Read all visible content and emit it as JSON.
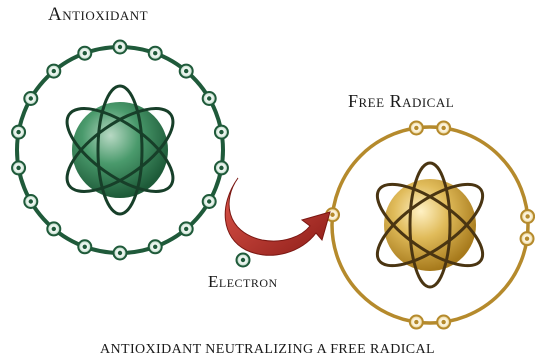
{
  "diagram": {
    "antioxidant_label": "Antioxidant",
    "free_radical_label": "Free Radical",
    "electron_label": "Electron",
    "caption": "Antioxidant neutralizing a free radical"
  },
  "colors": {
    "antioxidant_ring": "#1f5a3a",
    "antioxidant_nucleus": "#2e7a52",
    "free_radical_ring": "#c9a13a",
    "free_radical_nucleus": "#d9b24a",
    "arrow": "#b5302a"
  }
}
